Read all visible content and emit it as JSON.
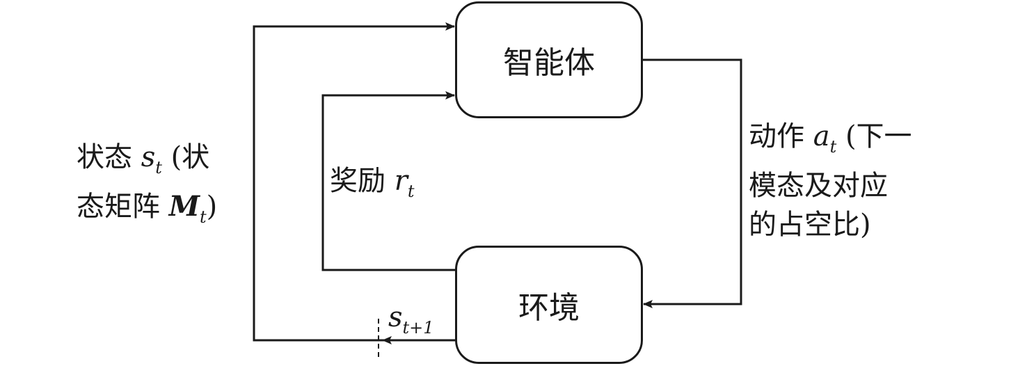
{
  "nodes": {
    "agent": "智能体",
    "environment": "环境"
  },
  "labels": {
    "state": {
      "line1_prefix": "状态 ",
      "var": "s",
      "sub": "t",
      "line1_suffix": " (状",
      "line2_prefix": "态矩阵 ",
      "matrix": "M",
      "matrix_sub": "t",
      "line2_suffix": ")"
    },
    "reward": {
      "prefix": "奖励 ",
      "var": "r",
      "sub": "t"
    },
    "action": {
      "prefix": "动作 ",
      "var": "a",
      "sub": "t",
      "line1_suffix": " (下一",
      "line2": "模态及对应",
      "line3": "的占空比)"
    },
    "next_state": {
      "var": "s",
      "sub": "t+1"
    }
  },
  "colors": {
    "stroke": "#1a1a1a",
    "background": "#ffffff"
  }
}
